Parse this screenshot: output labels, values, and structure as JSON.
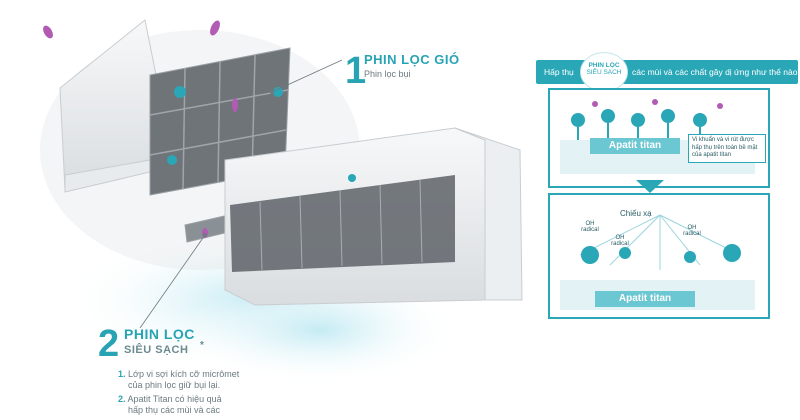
{
  "filter1": {
    "number": "1",
    "title": "PHIN LỌC GIÓ",
    "subtitle": "Phin lọc bụi"
  },
  "filter2": {
    "number": "2",
    "title_line1": "PHIN LỌC",
    "title_line2": "SIÊU SẠCH",
    "asterisk": "*",
    "notes": [
      {
        "num": "1.",
        "line1": "Lớp vi sợi kích cỡ micrômet",
        "line2": "của phin lọc giữ bụi lại."
      },
      {
        "num": "2.",
        "line1": "Apatit Titan có hiệu quả",
        "line2": "hấp thụ các mùi và các"
      }
    ]
  },
  "panel": {
    "banner_left": "Hấp thụ",
    "badge_line1": "PHIN LỌC",
    "badge_line2": "SIÊU SẠCH",
    "banner_right": "các mùi và các chất gây dị ứng như thế nào?",
    "top_label": "Apatit titan",
    "callout": "Vi khuẩn và vi rút được hấp thụ trên toàn bề mặt của apatit titan",
    "uv_label": "Chiếu xạ",
    "radicals": [
      "OH radical",
      "OH radical",
      "OH radical"
    ],
    "bottom_label": "Apatit titan"
  },
  "colors": {
    "accent": "#2aa7b7",
    "filter_box": "#6bc7d2"
  }
}
